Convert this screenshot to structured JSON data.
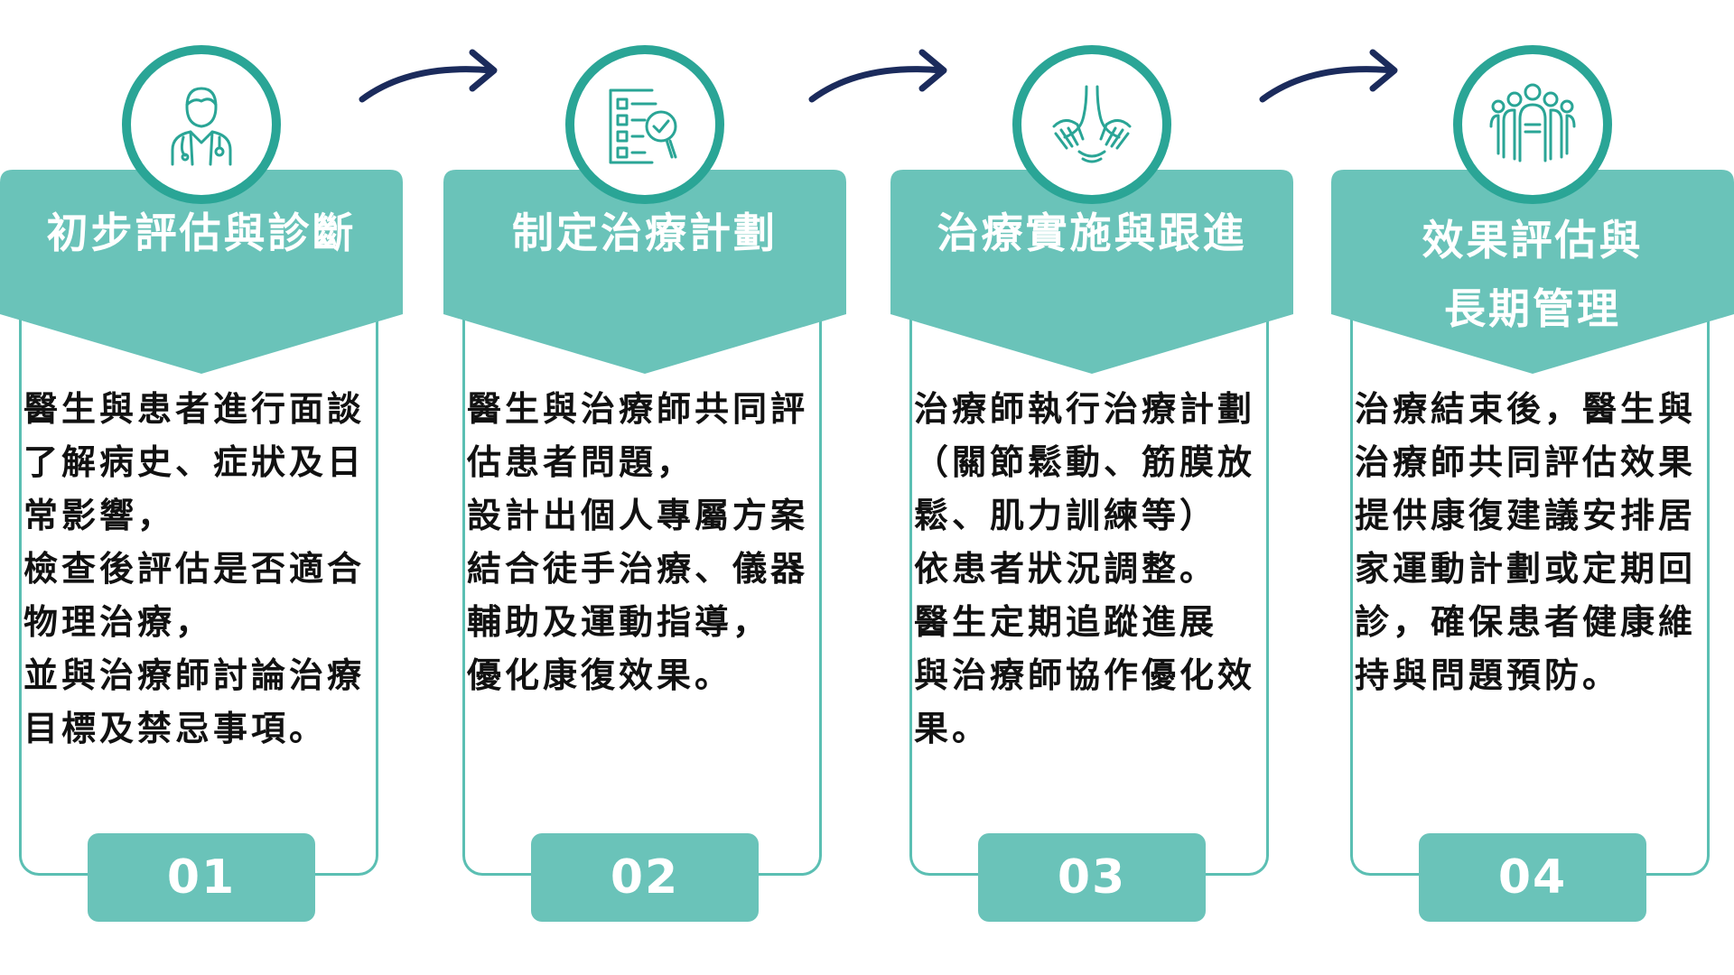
{
  "colors": {
    "banner": "#6ac3b9",
    "icon_ring": "#2aa596",
    "card_border": "#5bbfb3",
    "arrow": "#1b2b5c",
    "body_text": "#111111"
  },
  "steps": [
    {
      "icon": "doctor-icon",
      "title_lines": [
        "初步評估與診斷"
      ],
      "body_lines": [
        "醫生與患者進行面談",
        "了解病史、症狀及日",
        "常影響，",
        "檢查後評估是否適合",
        "物理治療，",
        "並與治療師討論治療",
        "目標及禁忌事項。"
      ],
      "number": "01"
    },
    {
      "icon": "checklist-magnifier-icon",
      "title_lines": [
        "制定治療計劃"
      ],
      "body_lines": [
        "醫生與治療師共同評",
        "估患者問題，",
        "設計出個人專屬方案",
        "結合徒手治療、儀器",
        "輔助及運動指導，",
        "優化康復效果。"
      ],
      "number": "02"
    },
    {
      "icon": "massage-hands-icon",
      "title_lines": [
        "治療實施與跟進"
      ],
      "body_lines": [
        "治療師執行治療計劃",
        "（關節鬆動、筋膜放",
        "鬆、肌力訓練等）",
        "依患者狀況調整。",
        "醫生定期追蹤進展",
        "與治療師協作優化效",
        "果。"
      ],
      "number": "03"
    },
    {
      "icon": "team-group-icon",
      "title_lines": [
        "效果評估與",
        "長期管理"
      ],
      "body_lines": [
        "治療結束後，醫生與",
        "治療師共同評估效果",
        "提供康復建議安排居",
        "家運動計劃或定期回",
        "診，確保患者健康維",
        "持與問題預防。"
      ],
      "number": "04"
    }
  ],
  "arrows": [
    "arrow-right-icon",
    "arrow-right-icon",
    "arrow-right-icon"
  ]
}
